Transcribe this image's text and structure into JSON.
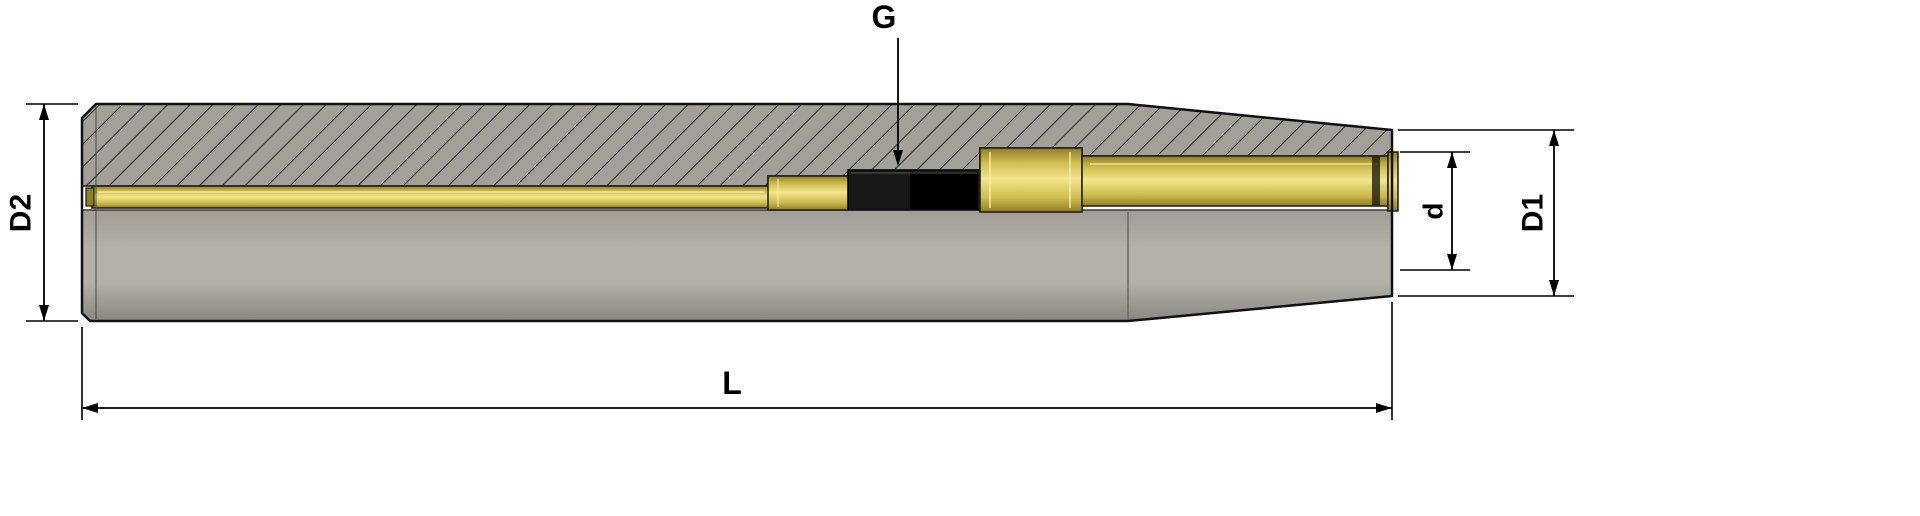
{
  "drawing": {
    "description": "Cross-section engineering drawing of a cylindrical tool holder extension sleeve with internal brass coolant tube and clamping screw",
    "labels": {
      "length": "L",
      "body_diameter": "D2",
      "front_diameter": "D1",
      "bore_diameter": "d",
      "screw": "G"
    },
    "colors": {
      "outline": "#111111",
      "body_light": "#b4b0aa",
      "body_mid": "#a19d97",
      "body_dark": "#8a8680",
      "hatch_bg": "#a39f99",
      "hatch_line": "#151515",
      "brass_light": "#f2e68d",
      "brass_mid": "#cdbb4e",
      "brass_dark": "#8f7e26",
      "screw_black": "#181818",
      "screw_darker": "#000000",
      "dimension": "#000000"
    }
  }
}
